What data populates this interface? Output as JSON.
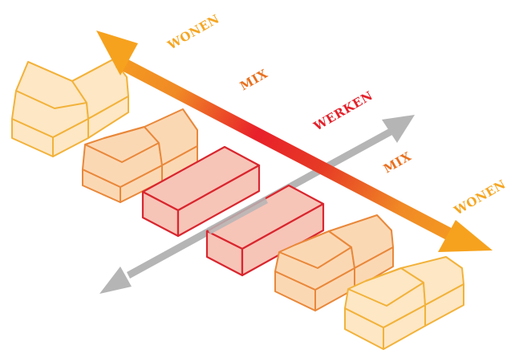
{
  "labels": {
    "wonen_top": "WONEN",
    "mix_top": "MIX",
    "werken": "WERKEN",
    "mix_bottom": "MIX",
    "wonen_bottom": "WONEN"
  },
  "colors": {
    "wonen": "#f5a623",
    "mix": "#e8701e",
    "werken": "#e3202a",
    "house_wonen_fill": "#fde7c4",
    "house_wonen_stroke": "#f2b23a",
    "house_mix_fill": "#fbd8b4",
    "house_mix_stroke": "#e9883a",
    "block_fill": "#f7c4b8",
    "block_stroke": "#d9262e",
    "grey_arrow": "#b5b5b5"
  }
}
